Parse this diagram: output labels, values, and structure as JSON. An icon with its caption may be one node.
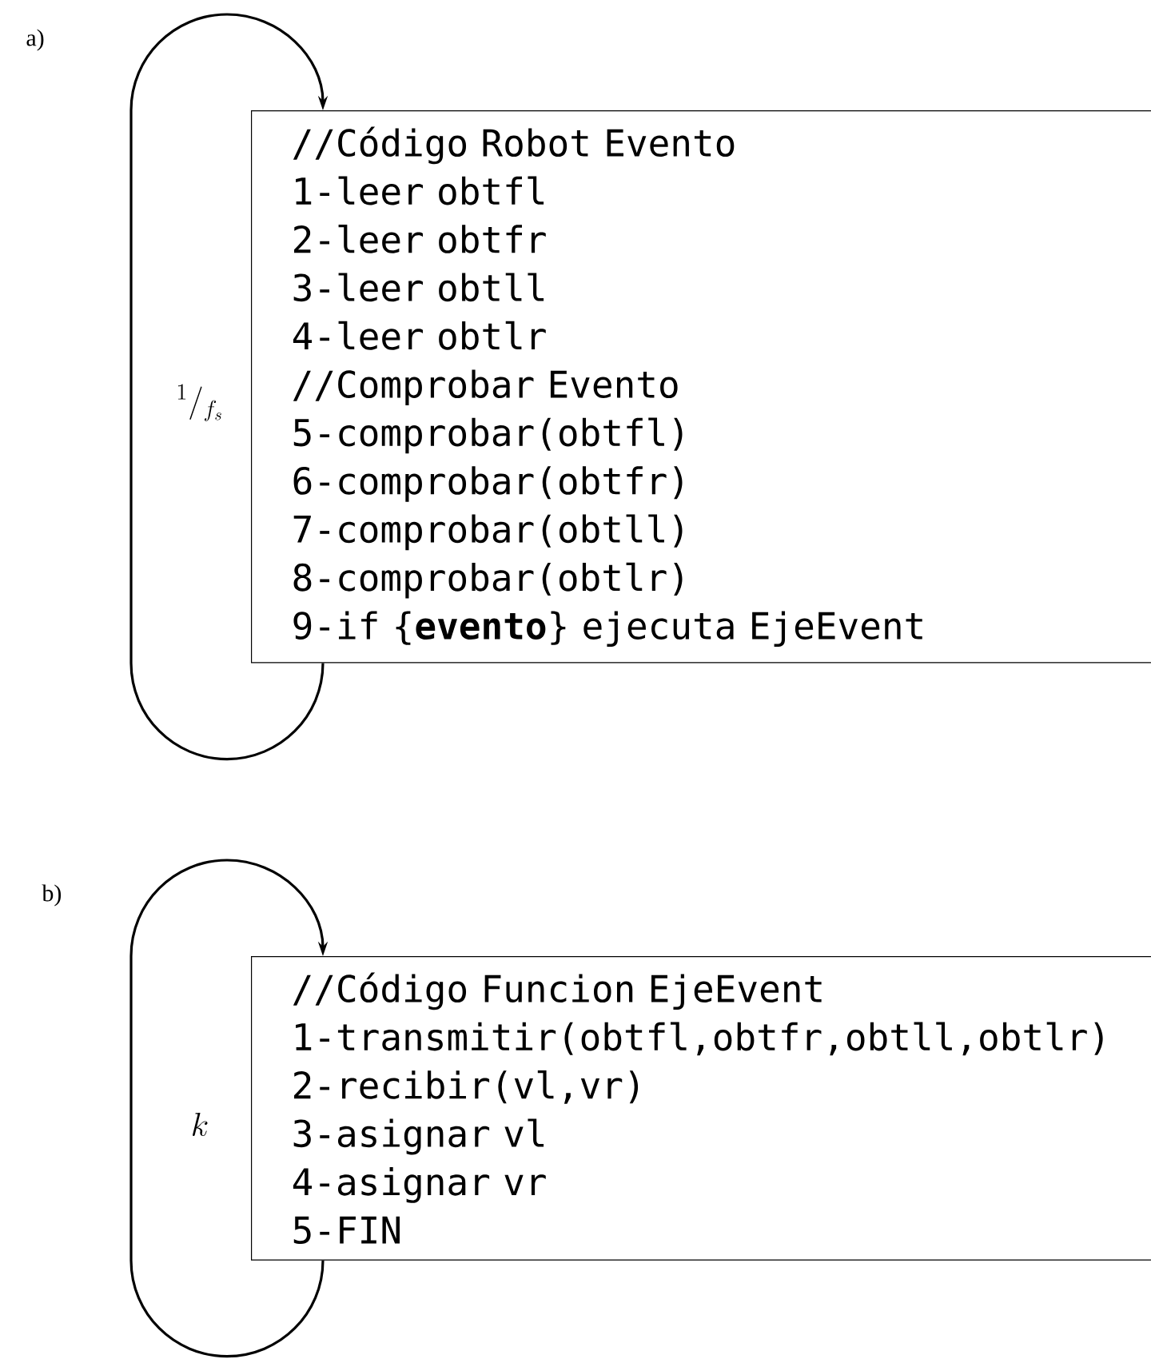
{
  "diagram": {
    "nodes": [
      {
        "text": [
          "//Código Robot Evento",
          "1-leer obtfl",
          "2-leer obtfr",
          "3-leer obtll",
          "4-leer obtlr",
          "//Comprobar Evento",
          "5-comprobar(obtfl)",
          "6-comprobar(obtfr)",
          "7-comprobar(obtll)",
          "8-comprobar(obtlr)",
          "9-if {**evento**} ejecuta EjeEvent"
        ]
      },
      {
        "text": [
          "//Código Funcion EjeEvent",
          "1-transmitir(obtfl,obtfr,obtll,obtlr)",
          "2-recibir(vl,vr)",
          "3-asignar vl",
          "4-asignar vr",
          "5-FIN"
        ]
      }
    ],
    "edges": [
      {
        "from": 0,
        "to": 0,
        "arrow": "to",
        "label": "{}^{1}/_{f_s}"
      },
      {
        "from": 1,
        "to": 1,
        "arrow": "to",
        "label": "k"
      }
    ],
    "labels": [
      "a)",
      "b)"
    ]
  }
}
